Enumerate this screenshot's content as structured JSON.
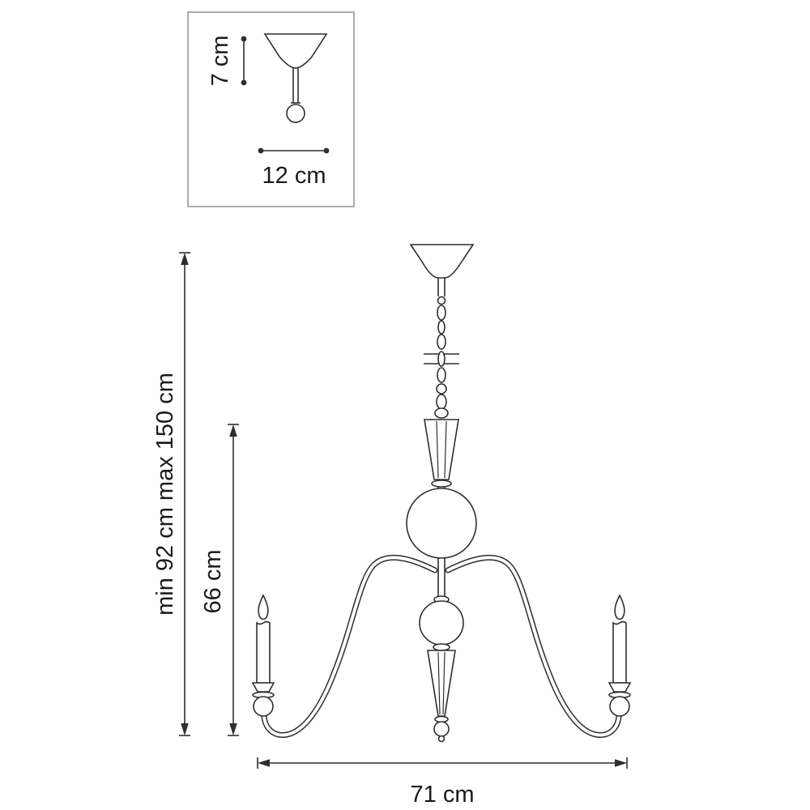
{
  "diagram": {
    "title": "chandelier-dimension-drawing",
    "labels": {
      "inset_height": "7 cm",
      "inset_width": "12 cm",
      "overall_height": "min 92 cm max 150 cm",
      "inner_height": "66 cm",
      "width": "71 cm"
    },
    "colors": {
      "line": "#2e2e2e",
      "text": "#1a1a1a",
      "inset_border": "#9a9a9a",
      "background": "#ffffff"
    }
  }
}
